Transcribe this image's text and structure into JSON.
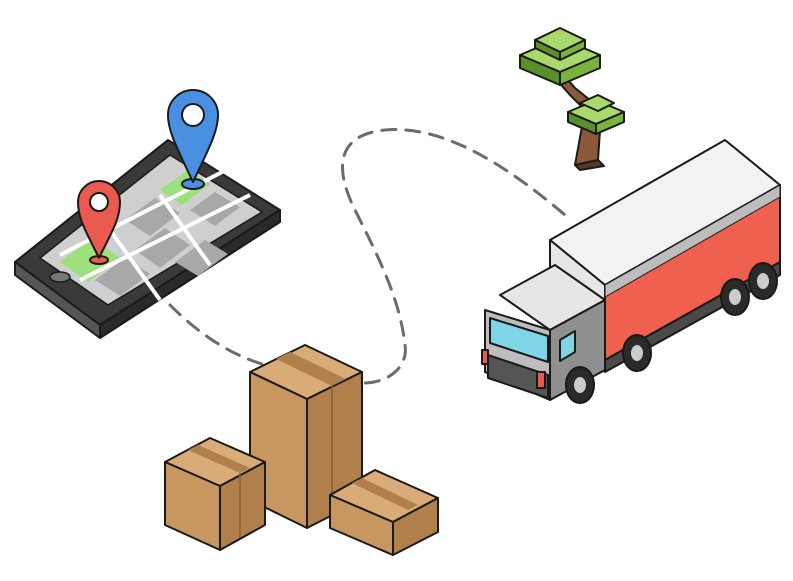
{
  "scene": {
    "background": "#ffffff",
    "elements": [
      {
        "name": "smartphone-map",
        "icon": "phone-with-map-icon"
      },
      {
        "name": "red-location-pin",
        "icon": "map-pin-icon",
        "color": "#ea5a4f"
      },
      {
        "name": "blue-location-pin",
        "icon": "map-pin-icon",
        "color": "#4a90e2"
      },
      {
        "name": "cardboard-boxes",
        "icon": "package-icon",
        "color": "#c8965f"
      },
      {
        "name": "delivery-truck",
        "icon": "truck-icon",
        "color": "#f0604f"
      },
      {
        "name": "pixel-tree",
        "icon": "tree-icon",
        "color": "#8bc34a"
      },
      {
        "name": "dashed-route",
        "icon": "route-path-icon",
        "color": "#666666"
      }
    ]
  }
}
